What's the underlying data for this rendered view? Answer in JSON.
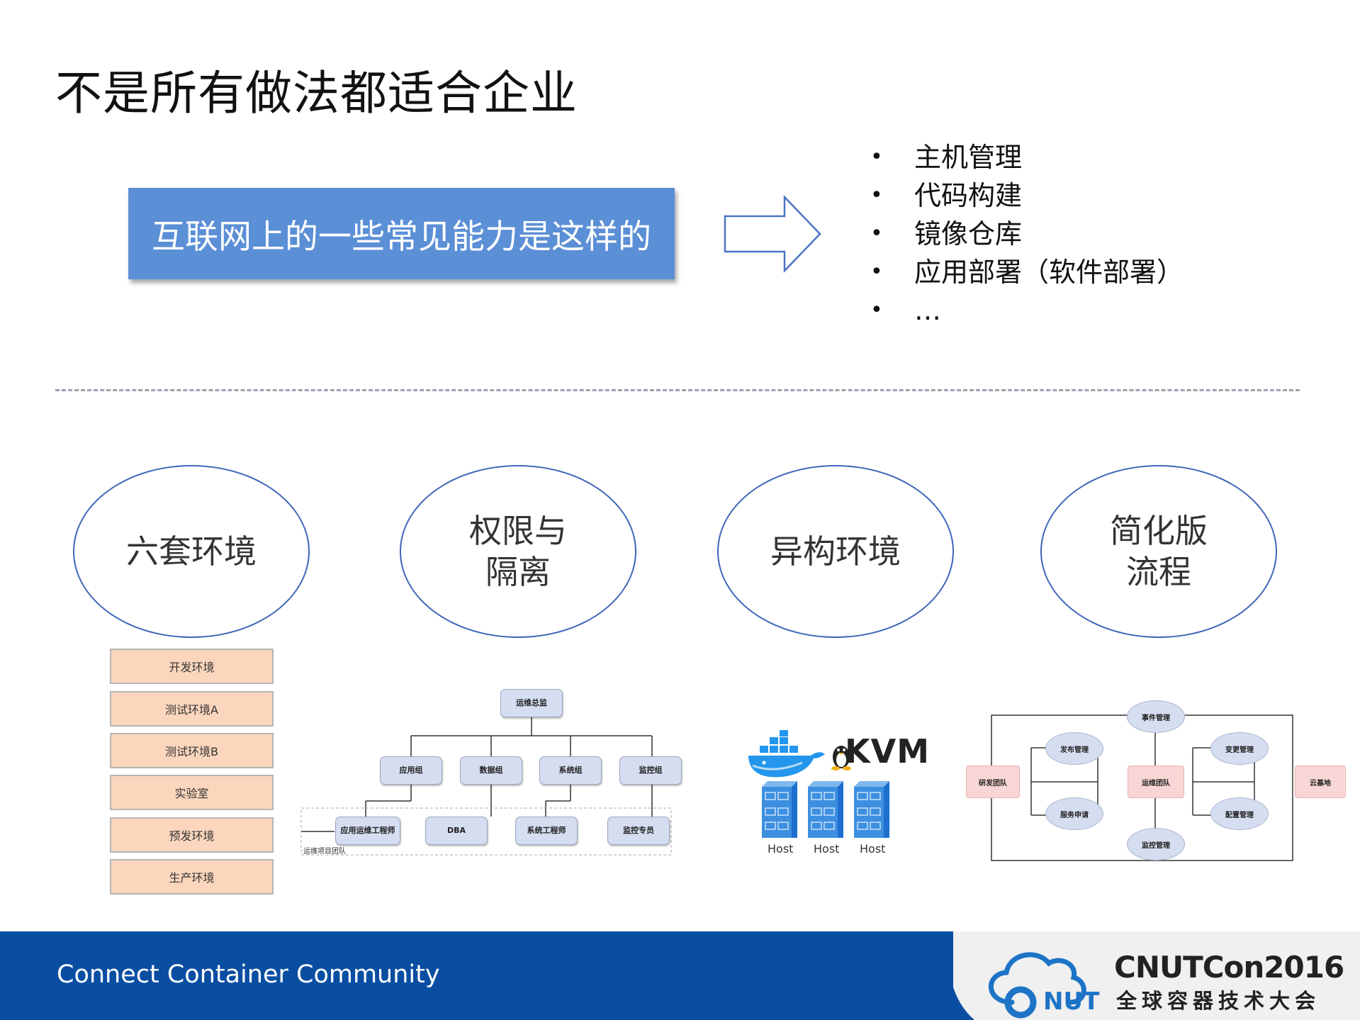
{
  "title": "不是所有做法都适合企业",
  "callout": "互联网上的一些常见能力是这样的",
  "bullets": [
    "主机管理",
    "代码构建",
    "镜像仓库",
    "应用部署（软件部署）",
    "…"
  ],
  "bullet_symbol": "•",
  "ellipses": [
    {
      "line1": "六套环境",
      "line2": ""
    },
    {
      "line1": "权限与",
      "line2": "隔离"
    },
    {
      "line1": "异构环境",
      "line2": ""
    },
    {
      "line1": "简化版",
      "line2": "流程"
    }
  ],
  "environments": [
    "开发环境",
    "测试环境A",
    "测试环境B",
    "实验室",
    "预发环境",
    "生产环境"
  ],
  "org": {
    "root": "运维总监",
    "groups": [
      "应用组",
      "数据组",
      "系统组",
      "监控组"
    ],
    "roles": [
      "应用运维工程师",
      "DBA",
      "系统工程师",
      "监控专员"
    ],
    "team_label": "运维项目团队"
  },
  "hetero": {
    "kvm": "KVM",
    "hosts": [
      "Host",
      "Host",
      "Host"
    ]
  },
  "flow": {
    "top": "事件管理",
    "bottom": "监控管理",
    "center": "运维团队",
    "left": "研发团队",
    "right": "云基地",
    "left_top": "发布管理",
    "left_bottom": "服务申请",
    "right_top": "变更管理",
    "right_bottom": "配置管理"
  },
  "footer": {
    "tagline": "Connect Container Community",
    "brand": "CNUTCon2016",
    "brand_sub": "全球容器技术大会",
    "logo_letters": "NUT"
  },
  "colors": {
    "callout_bg": "#5b8fd6",
    "ellipse_border": "#3e66b8",
    "env_fill": "#fbd6bd",
    "footer_bg": "#0a4ea2"
  }
}
